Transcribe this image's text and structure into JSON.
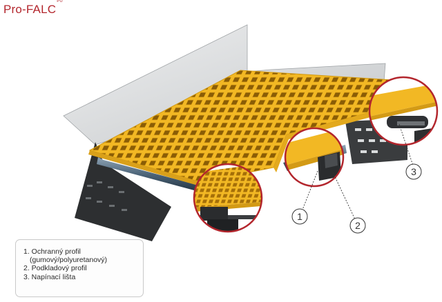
{
  "title": {
    "main": "Pro-FALC",
    "superscript": "PU"
  },
  "callouts": [
    "1",
    "2",
    "3"
  ],
  "legend": {
    "line1": "1. Ochranný profil",
    "line1b": "(gumový/polyuretanový)",
    "line2": "2. Podkladový profil",
    "line3": "3. Napínací lišta"
  },
  "colors": {
    "title": "#b3262d",
    "screen_deck": "#f2b824",
    "zoom_circle_outline": "#b3262d",
    "side_wall": "#d8dadb",
    "side_plate": "#2d2f31",
    "profile_bar": "#4a6276"
  }
}
